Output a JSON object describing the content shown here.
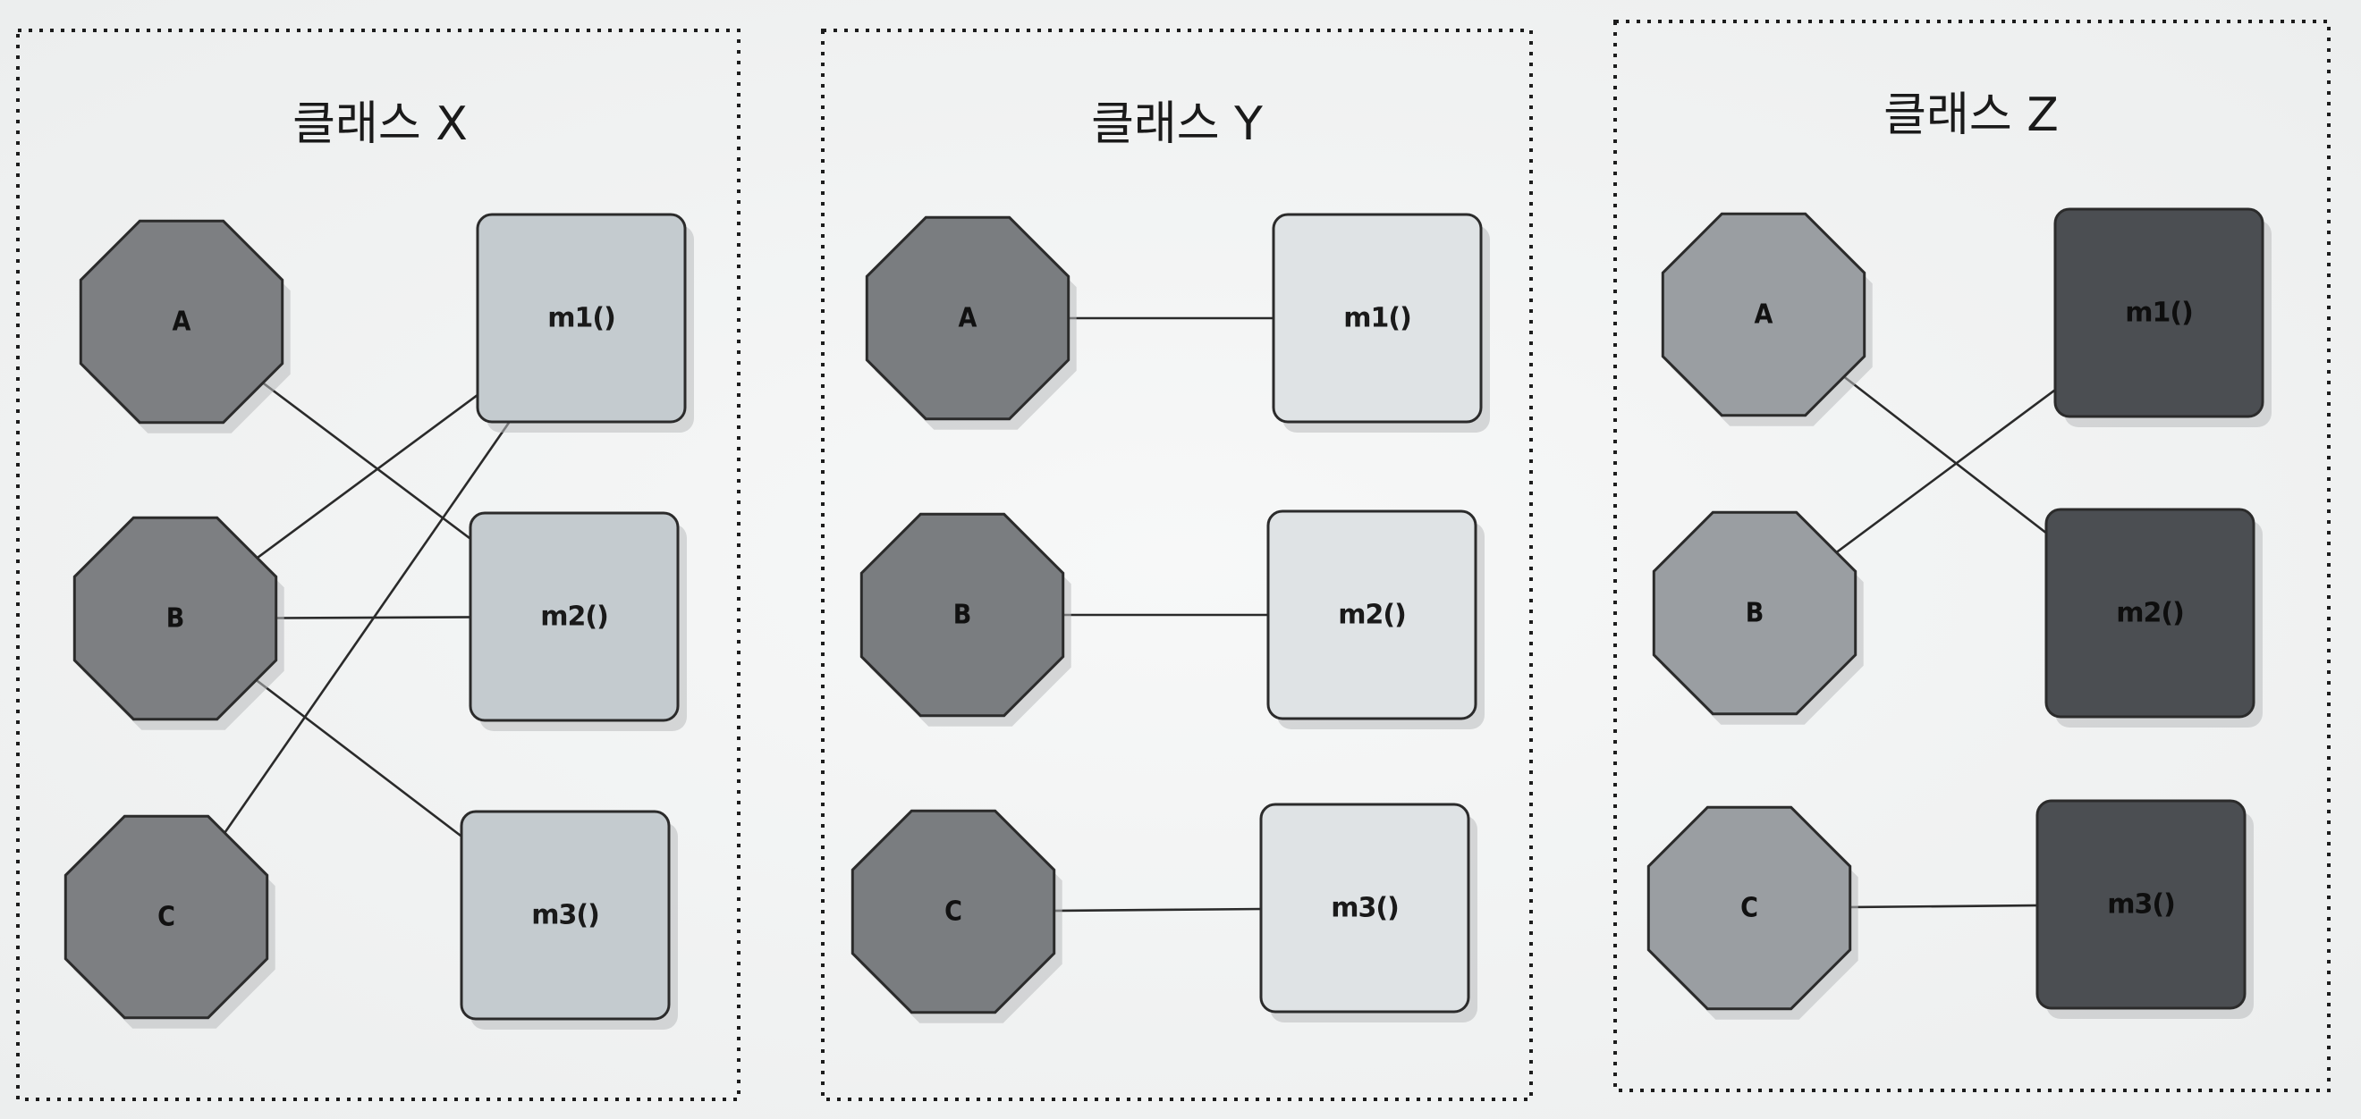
{
  "panels": [
    {
      "title": "클래스 X",
      "nodes": [
        "A",
        "B",
        "C"
      ],
      "methods": [
        "m1()",
        "m2()",
        "m3()"
      ],
      "links": [
        [
          "A",
          "m2()"
        ],
        [
          "B",
          "m1()"
        ],
        [
          "B",
          "m2()"
        ],
        [
          "B",
          "m3()"
        ],
        [
          "C",
          "m1()"
        ]
      ],
      "node_color": "#7d7f82",
      "method_color": "#c4cbcf",
      "method_text_color": "#1a1a1a",
      "node_text_color": "#111111"
    },
    {
      "title": "클래스 Y",
      "nodes": [
        "A",
        "B",
        "C"
      ],
      "methods": [
        "m1()",
        "m2()",
        "m3()"
      ],
      "links": [
        [
          "A",
          "m1()"
        ],
        [
          "B",
          "m2()"
        ],
        [
          "C",
          "m3()"
        ]
      ],
      "node_color": "#7a7d80",
      "method_color": "#dfe3e5",
      "method_text_color": "#1a1a1a",
      "node_text_color": "#111111"
    },
    {
      "title": "클래스 Z",
      "nodes": [
        "A",
        "B",
        "C"
      ],
      "methods": [
        "m1()",
        "m2()",
        "m3()"
      ],
      "links": [
        [
          "A",
          "m2()"
        ],
        [
          "B",
          "m1()"
        ],
        [
          "C",
          "m3()"
        ]
      ],
      "node_color": "#9a9ea2",
      "method_color": "#4b4e52",
      "method_text_color": "#0e0e0e",
      "node_text_color": "#111111"
    }
  ]
}
